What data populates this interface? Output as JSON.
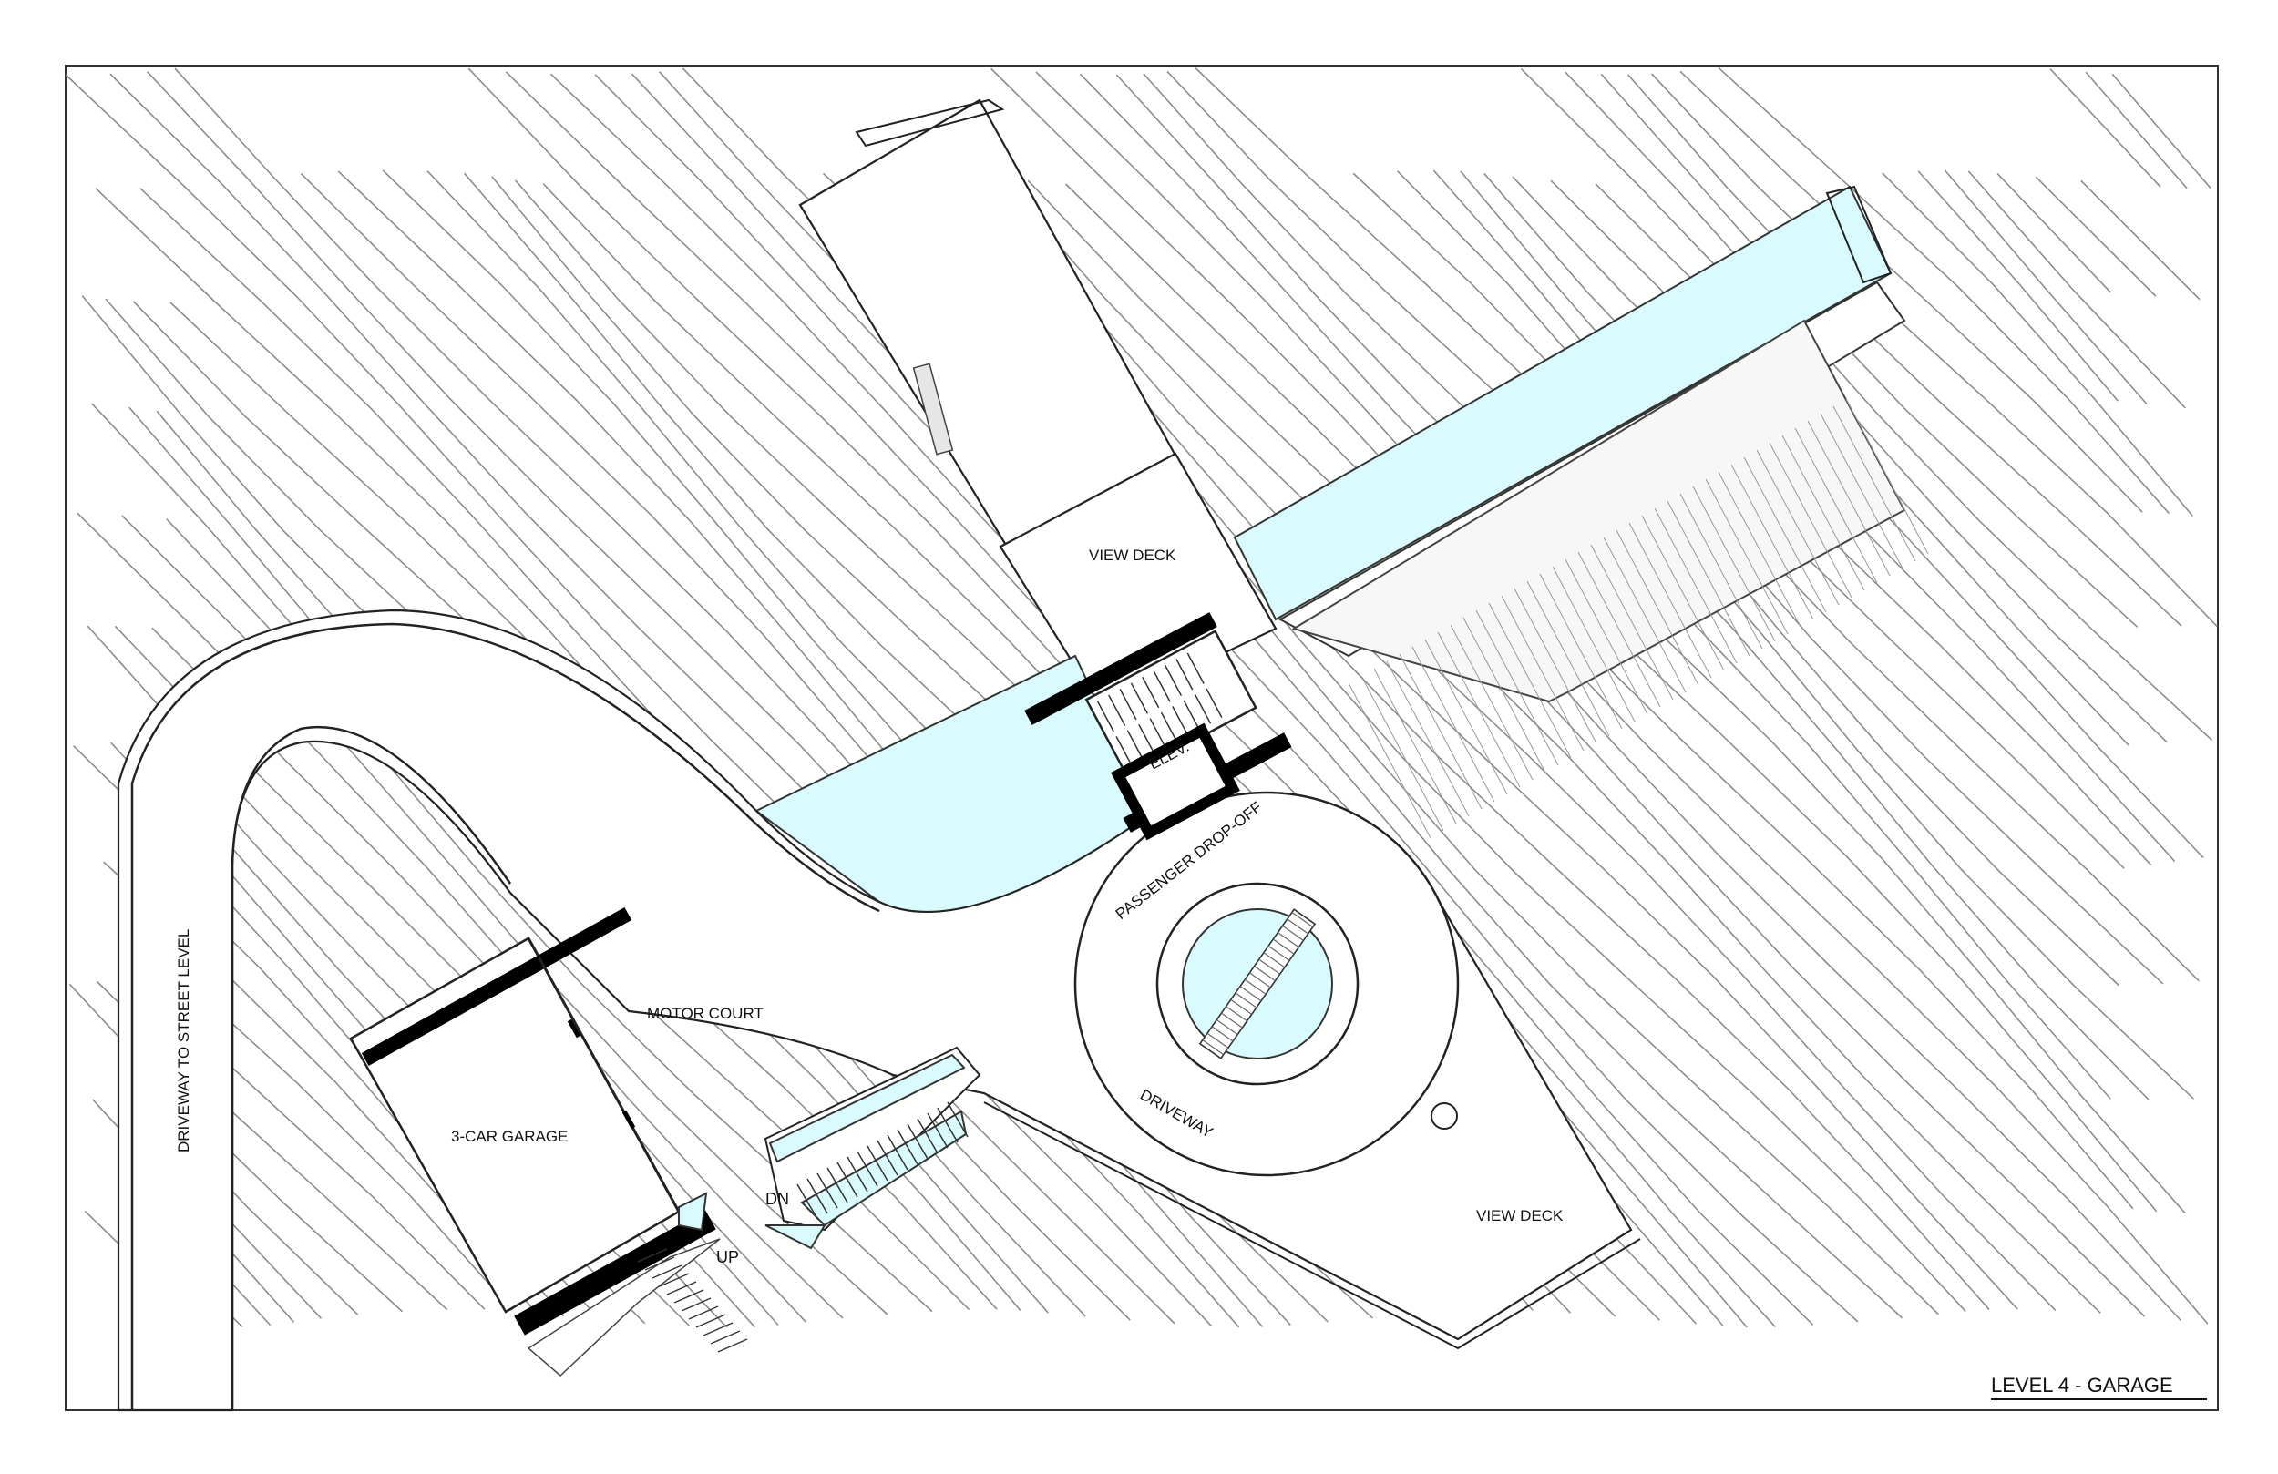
{
  "drawing": {
    "title": "LEVEL 4 - GARAGE"
  },
  "labels": {
    "view_deck_north": "VIEW DECK",
    "view_deck_south": "VIEW DECK",
    "elevator": "ELEV.",
    "passenger_dropoff": "PASSENGER DROP-OFF",
    "motor_court": "MOTOR COURT",
    "driveway": "DRIVEWAY",
    "garage": "3-CAR GARAGE",
    "down": "DN",
    "up": "UP",
    "street_driveway": "DRIVEWAY TO STREET LEVEL"
  },
  "colors": {
    "water": "#d9fbfd",
    "linework": "#222222",
    "contour": "#8c8c8c"
  }
}
